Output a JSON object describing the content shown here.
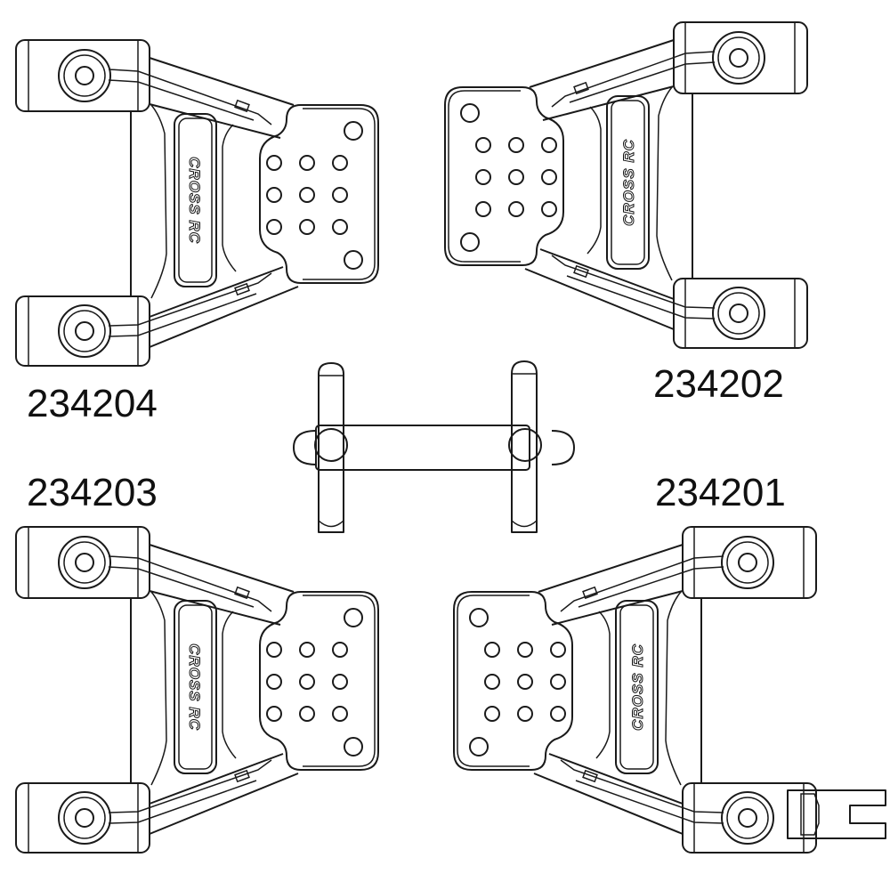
{
  "parts": [
    {
      "part_number": "234204"
    },
    {
      "part_number": "234202"
    },
    {
      "part_number": "234203"
    },
    {
      "part_number": "234201"
    }
  ],
  "logo_text": "CROSS RC",
  "line_color": "#1a1a1a"
}
